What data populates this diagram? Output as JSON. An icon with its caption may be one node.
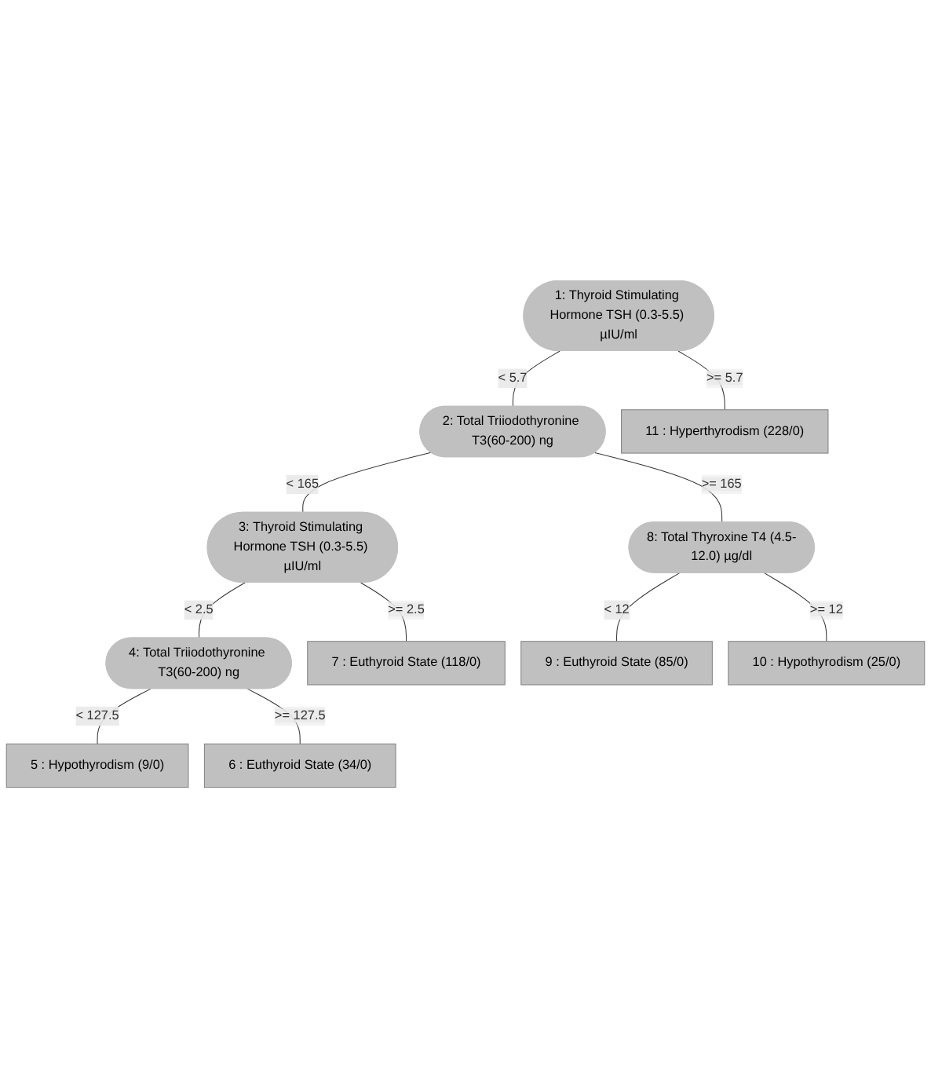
{
  "diagram": {
    "nodes": [
      {
        "text": [
          "1: Thyroid Stimulating Hormone TSH (0.3-5.5) µIU/ml"
        ]
      },
      {
        "text": [
          "2: Total Triiodothyronine T3(60-200) ng"
        ]
      },
      {
        "text": [
          "11 : Hyperthyrodism (228/0)"
        ]
      },
      {
        "text": [
          "3: Thyroid Stimulating Hormone TSH (0.3-5.5) µIU/ml"
        ]
      },
      {
        "text": [
          "8: Total Thyroxine T4 (4.5-12.0) µg/dl"
        ]
      },
      {
        "text": [
          "4: Total Triiodothyronine T3(60-200) ng"
        ]
      },
      {
        "text": [
          "7 : Euthyroid State (118/0)"
        ]
      },
      {
        "text": [
          "9 : Euthyroid State (85/0)"
        ]
      },
      {
        "text": [
          "10 : Hypothyrodism (25/0)"
        ]
      },
      {
        "text": [
          "5 : Hypothyrodism (9/0)"
        ]
      },
      {
        "text": [
          "6 : Euthyroid State (34/0)"
        ]
      }
    ],
    "edges": [
      {
        "from": 0,
        "to": 1,
        "arrow": "none",
        "label": "< 5.7"
      },
      {
        "from": 0,
        "to": 2,
        "arrow": "none",
        "label": ">= 5.7"
      },
      {
        "from": 1,
        "to": 3,
        "arrow": "none",
        "label": "< 165"
      },
      {
        "from": 1,
        "to": 4,
        "arrow": "none",
        "label": ">= 165"
      },
      {
        "from": 3,
        "to": 5,
        "arrow": "none",
        "label": "< 2.5"
      },
      {
        "from": 3,
        "to": 6,
        "arrow": "none",
        "label": ">= 2.5"
      },
      {
        "from": 4,
        "to": 7,
        "arrow": "none",
        "label": "< 12"
      },
      {
        "from": 4,
        "to": 8,
        "arrow": "none",
        "label": ">= 12"
      },
      {
        "from": 5,
        "to": 9,
        "arrow": "none",
        "label": "< 127.5"
      },
      {
        "from": 5,
        "to": 10,
        "arrow": "none",
        "label": ">= 127.5"
      }
    ]
  }
}
